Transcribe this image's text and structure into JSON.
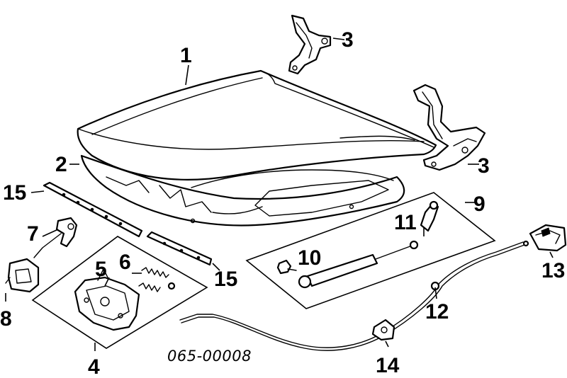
{
  "diagram": {
    "reference_code": "065-00008",
    "callouts": [
      "1",
      "2",
      "3",
      "3",
      "4",
      "5",
      "6",
      "7",
      "8",
      "9",
      "10",
      "11",
      "12",
      "13",
      "14",
      "15",
      "15"
    ]
  }
}
